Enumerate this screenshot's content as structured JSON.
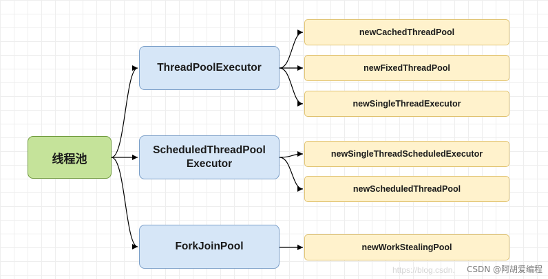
{
  "root": {
    "label": "线程池"
  },
  "branches": [
    {
      "label": "ThreadPoolExecutor",
      "children": [
        "newCachedThreadPool",
        "newFixedThreadPool",
        "newSingleThreadExecutor"
      ]
    },
    {
      "label": "ScheduledThreadPool Executor",
      "line1": "ScheduledThreadPool",
      "line2": "Executor",
      "children": [
        "newSingleThreadScheduledExecutor",
        "newScheduledThreadPool"
      ]
    },
    {
      "label": "ForkJoinPool",
      "children": [
        "newWorkStealingPool"
      ]
    }
  ],
  "watermark": {
    "url": "https://blog.csdn.",
    "text": "CSDN @阿胡爱编程"
  },
  "colors": {
    "root_fill": "#c5e39a",
    "branch_fill": "#d6e6f7",
    "leaf_fill": "#fff2cc",
    "edge": "#000000"
  }
}
